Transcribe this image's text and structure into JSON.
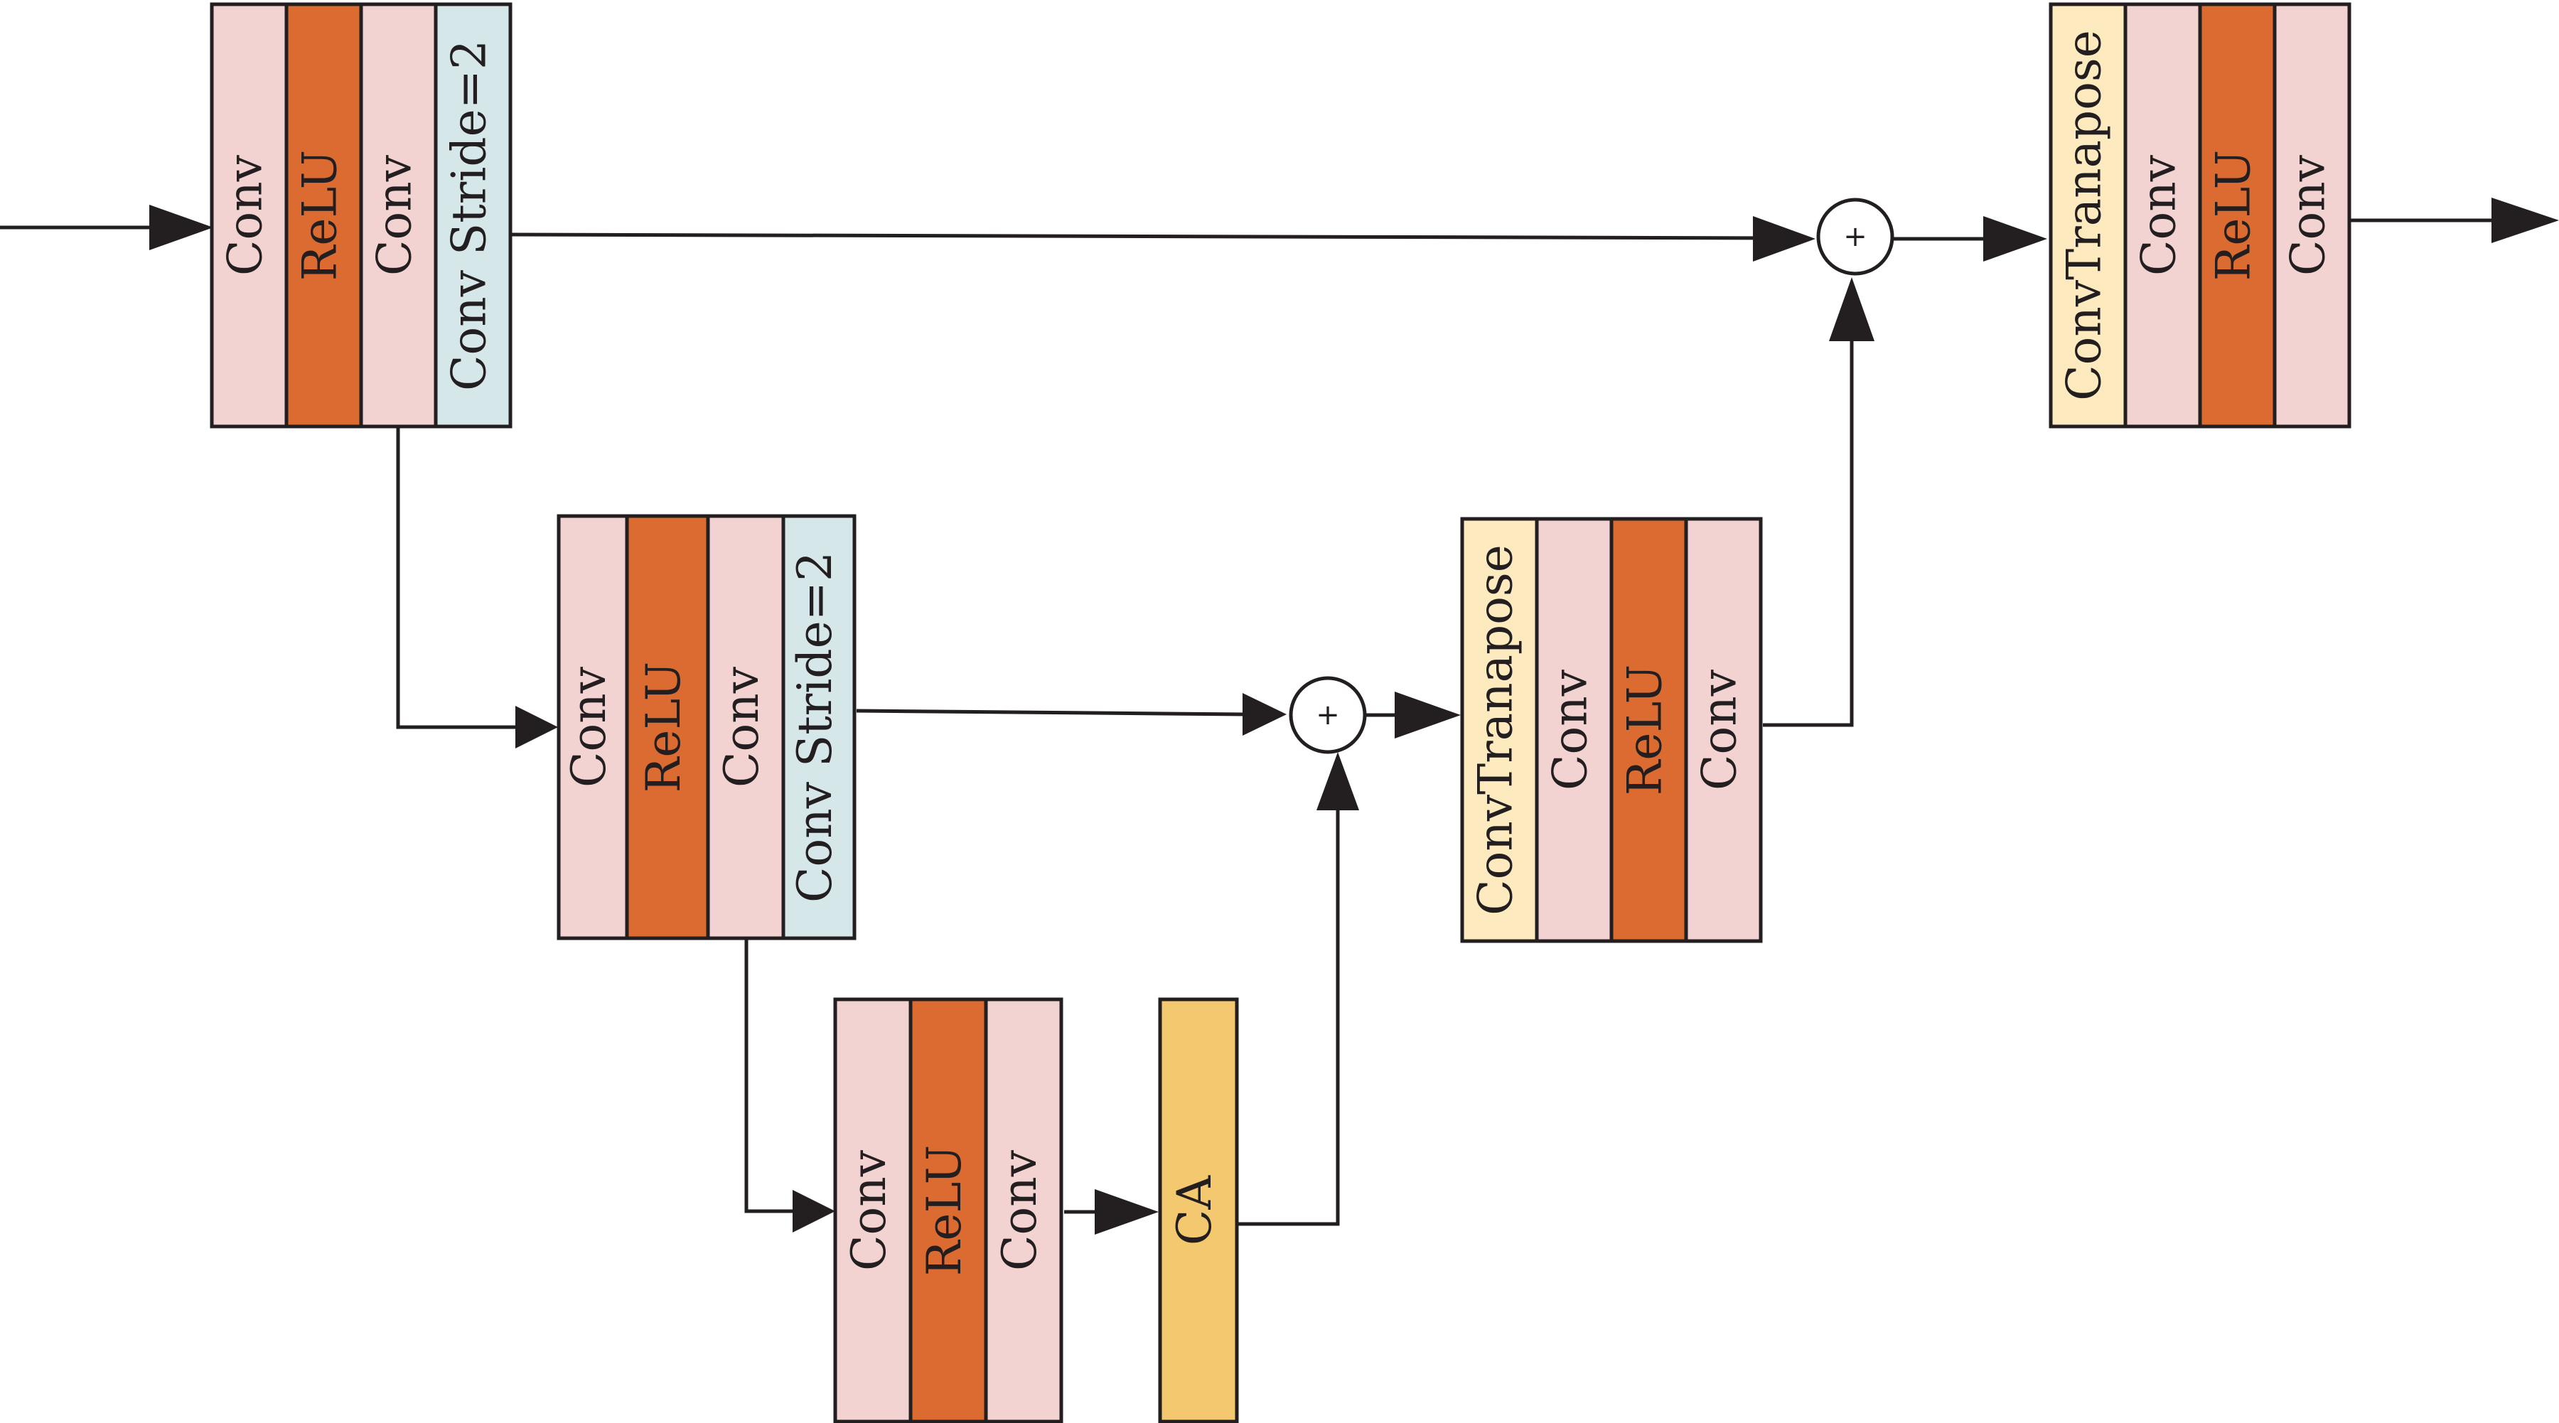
{
  "colors": {
    "conv": "#f2d3d1",
    "relu": "#dc6b32",
    "stride": "#d6e7ea",
    "transpose": "#fdebbf",
    "ca": "#f4c86e",
    "line": "#231f20"
  },
  "encoder": {
    "block1": {
      "layers": [
        "Conv",
        "ReLU",
        "Conv",
        "Conv Stride=2"
      ]
    },
    "block2": {
      "layers": [
        "Conv",
        "ReLU",
        "Conv",
        "Conv Stride=2"
      ]
    }
  },
  "bottleneck": {
    "block3": {
      "layers": [
        "Conv",
        "ReLU",
        "Conv"
      ]
    },
    "attention": {
      "label": "CA"
    }
  },
  "decoder": {
    "block4": {
      "layers": [
        "ConvTranapose",
        "Conv",
        "ReLU",
        "Conv"
      ]
    },
    "block5": {
      "layers": [
        "ConvTranapose",
        "Conv",
        "ReLU",
        "Conv"
      ]
    }
  },
  "sum_nodes": {
    "symbol": "+"
  }
}
